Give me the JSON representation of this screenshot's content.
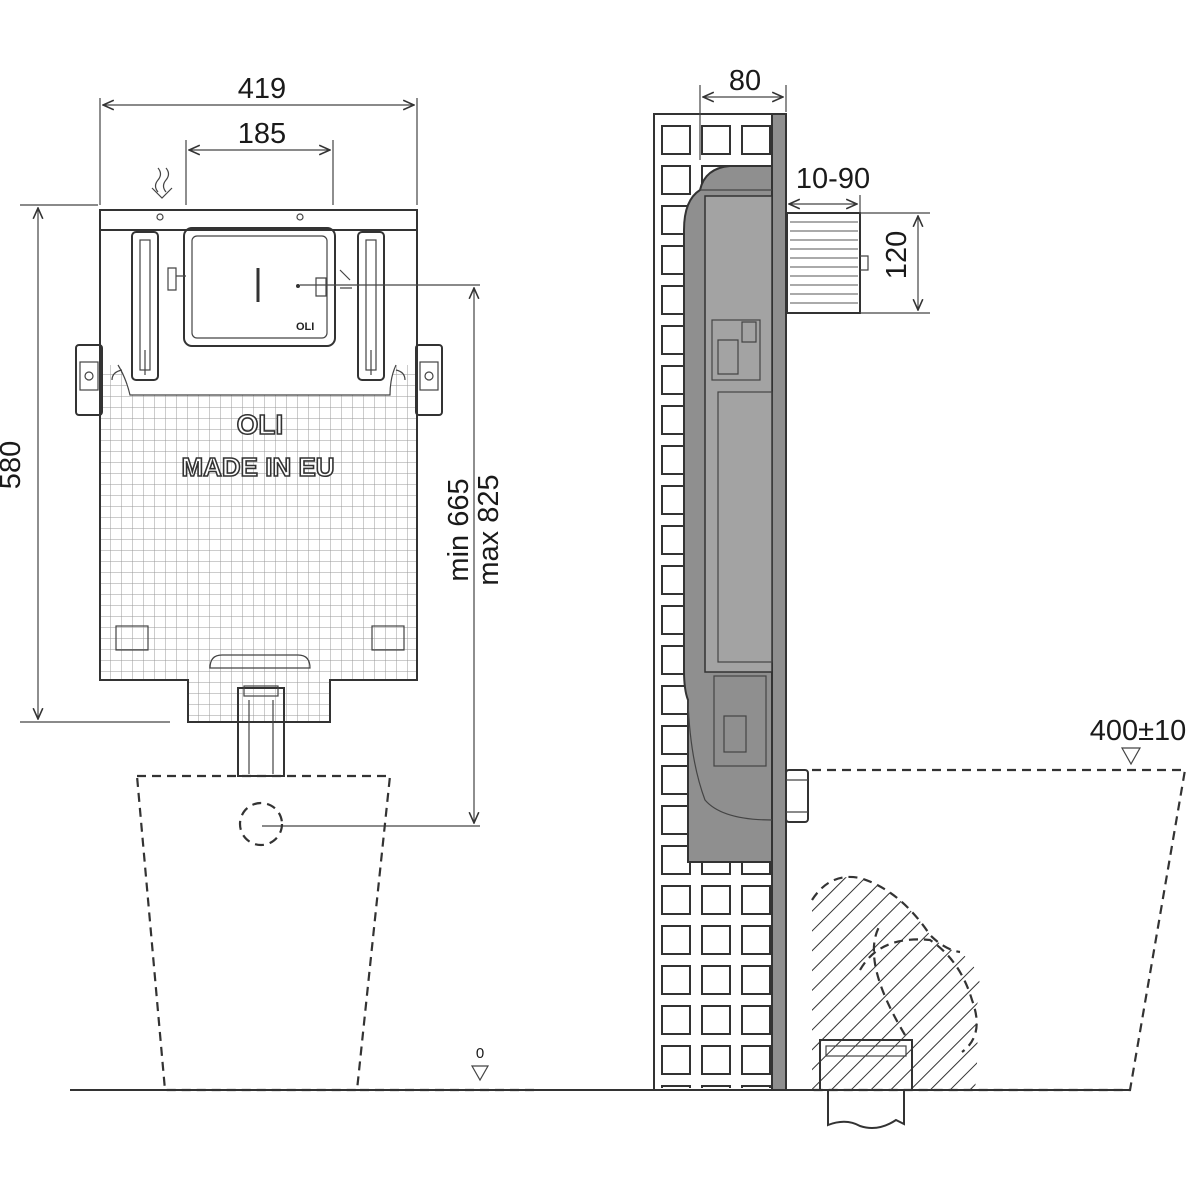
{
  "front_view": {
    "width_total": "419",
    "width_inner": "185",
    "height_frame": "580",
    "flush_height": "min 665\nmax 825",
    "flush_height_min": "min 665",
    "flush_height_max": "max 825",
    "brand": "OLI",
    "made_in": "MADE IN EU",
    "brand_small": "OLI",
    "floor_level": "0"
  },
  "side_view": {
    "depth": "80",
    "wall_range": "10-90",
    "pipe_height": "120",
    "seat_height": "400±10"
  },
  "colors": {
    "line": "#333333",
    "tank_gray": "#8f8f8f",
    "tank_dark": "#6e6e6e",
    "background": "#ffffff"
  }
}
